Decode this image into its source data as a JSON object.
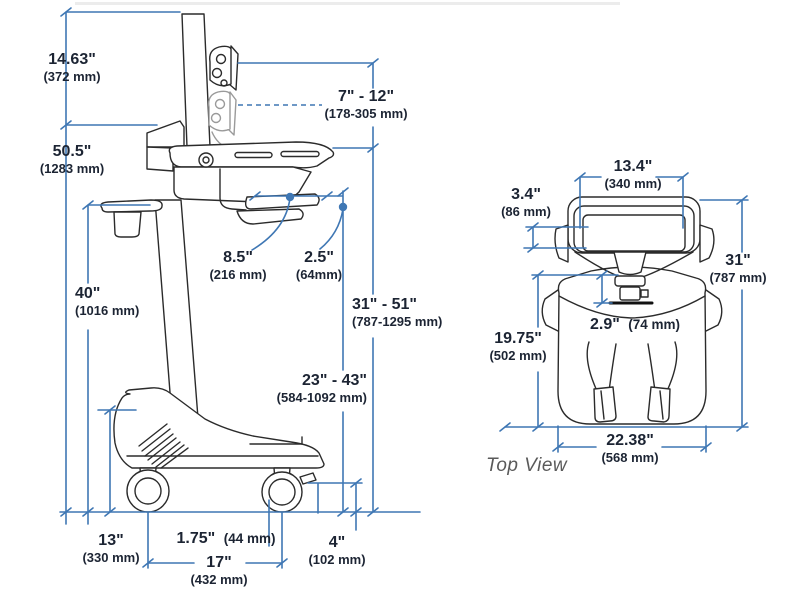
{
  "page": {
    "title": "Cart dimension diagram",
    "top_view_caption": "Top View"
  },
  "colors": {
    "dimension": "#3f77b4",
    "outline": "#2b2b2b",
    "ghost": "#9a9a9a",
    "text": "#1c2433",
    "caption": "#5a5a5a",
    "background": "#ffffff"
  },
  "dims": {
    "monitorLift": {
      "in": "14.63\"",
      "mm": "(372 mm)"
    },
    "surfaceHeight": {
      "in": "50.5\"",
      "mm": "(1283 mm)"
    },
    "handleHeight": {
      "in": "40\"",
      "mm": "(1016 mm)"
    },
    "screenRange": {
      "in": "7\" - 12\"",
      "mm": "(178-305 mm)"
    },
    "trayDepth": {
      "in": "8.5\"",
      "mm": "(216 mm)"
    },
    "trayGap": {
      "in": "2.5\"",
      "mm": "(64mm)"
    },
    "displayRange": {
      "in": "31\" - 51\"",
      "mm": "(787-1295 mm)"
    },
    "keyboardRange": {
      "in": "23\" - 43\"",
      "mm": "(584-1092 mm)"
    },
    "baseHeight": {
      "in": "13\"",
      "mm": "(330 mm)"
    },
    "casterOffset": {
      "in": "1.75\"",
      "mm": "(44 mm)"
    },
    "wheelbase": {
      "in": "17\"",
      "mm": "(432 mm)"
    },
    "casterSize": {
      "in": "4\"",
      "mm": "(102 mm)"
    },
    "monitorWidth": {
      "in": "13.4\"",
      "mm": "(340 mm)"
    },
    "monitorDepth": {
      "in": "3.4\"",
      "mm": "(86 mm)"
    },
    "cartLength": {
      "in": "31\"",
      "mm": "(787 mm)"
    },
    "columnOffset": {
      "in": "2.9\"",
      "mm": "(74 mm)"
    },
    "baseTopWidth": {
      "in": "19.75\"",
      "mm": "(502 mm)"
    },
    "baseWidth": {
      "in": "22.38\"",
      "mm": "(568 mm)"
    }
  }
}
